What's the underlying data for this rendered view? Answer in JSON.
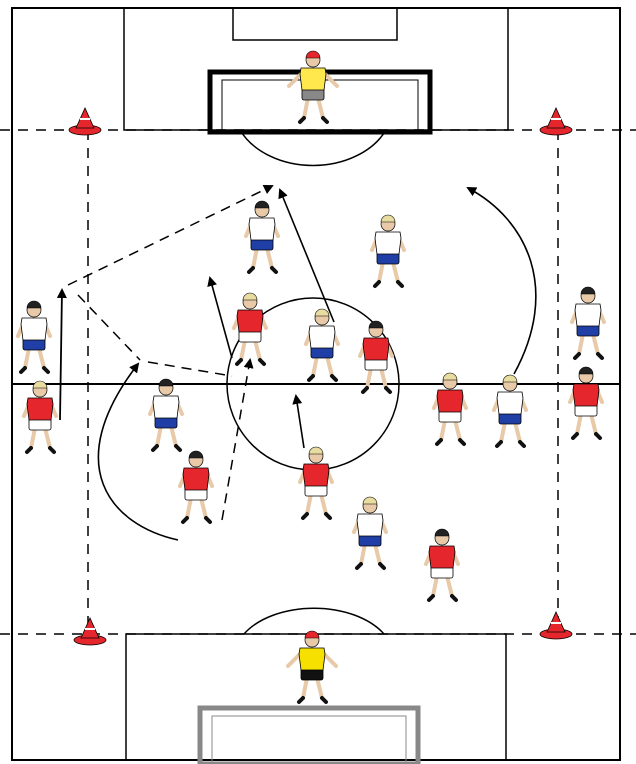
{
  "diagram": {
    "colors": {
      "line": "#000000",
      "background": "#ffffff",
      "team_red": "#e5262c",
      "team_white": "#ffffff",
      "team_blue_shorts": "#1f3fa6",
      "keeper_top_jersey": "#ffe84d",
      "keeper_bottom_jersey": "#f5e000",
      "cone": "#e5262c",
      "skin": "#e8c9a8",
      "hair_dark": "#222222",
      "hair_blond": "#e8dca0"
    },
    "cones": [
      {
        "id": "top-left"
      },
      {
        "id": "top-right"
      },
      {
        "id": "bottom-left"
      },
      {
        "id": "bottom-right"
      }
    ],
    "players": [
      {
        "team": "keeper-top",
        "role": "goalkeeper"
      },
      {
        "team": "white",
        "label": "outfield"
      },
      {
        "team": "white",
        "label": "outfield"
      },
      {
        "team": "white",
        "label": "outfield"
      },
      {
        "team": "white",
        "label": "outfield"
      },
      {
        "team": "white",
        "label": "outfield"
      },
      {
        "team": "white",
        "label": "outfield"
      },
      {
        "team": "white",
        "label": "outfield"
      },
      {
        "team": "white",
        "label": "outfield"
      },
      {
        "team": "red",
        "label": "outfield"
      },
      {
        "team": "red",
        "label": "outfield"
      },
      {
        "team": "red",
        "label": "outfield"
      },
      {
        "team": "red",
        "label": "outfield"
      },
      {
        "team": "red",
        "label": "outfield"
      },
      {
        "team": "red",
        "label": "outfield"
      },
      {
        "team": "red",
        "label": "outfield"
      },
      {
        "team": "red",
        "label": "outfield"
      },
      {
        "team": "keeper-bottom",
        "role": "goalkeeper"
      }
    ],
    "movement_arrows": [
      "pass",
      "run",
      "pass",
      "run",
      "run",
      "run",
      "run",
      "run"
    ]
  }
}
